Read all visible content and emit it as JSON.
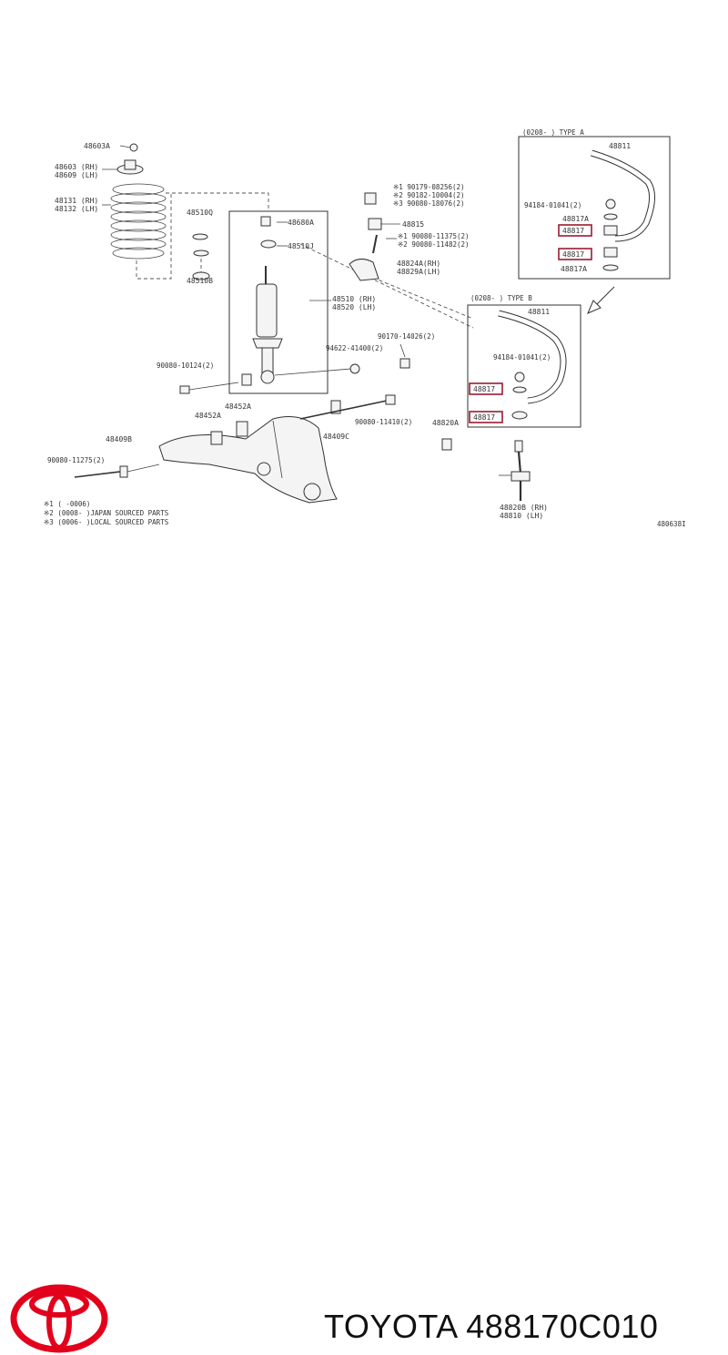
{
  "diagram": {
    "labels": {
      "l48603A": "48603A",
      "l48603": "48603 (RH)",
      "l48609": "48609 (LH)",
      "l48131": "48131 (RH)",
      "l48132": "48132 (LH)",
      "l48510Q": "48510Q",
      "l48680A": "48680A",
      "l48510J": "48510J",
      "l48510B": "48510B",
      "l48510": "48510 (RH)",
      "l48520": "48520 (LH)",
      "l90179": "※1 90179-08256(2)",
      "l90182": "※2 90182-10004(2)",
      "l90080a": "※3 90080-18076(2)",
      "l48815": "48815",
      "l90080b": "※1 90080-11375(2)",
      "l90080c": "※2 90080-11482(2)",
      "l48824": "48824A(RH)",
      "l48829": "48829A(LH)",
      "l90170": "90170-14026(2)",
      "l94622": "94622-41400(2)",
      "l90080d": "90080-10124(2)",
      "l48452a": "48452A",
      "l48452b": "48452A",
      "l48409B": "48409B",
      "l90080e": "90080-11275(2)",
      "l48409C": "48409C",
      "l90080f": "90080-11410(2)",
      "l48820A": "48820A",
      "l48820B": "48820B (RH)",
      "l48810": "48810 (LH)",
      "typeA": "(0208-  ) TYPE A",
      "a48811": "48811",
      "a94184": "94184-01041(2)",
      "a48817A1": "48817A",
      "a48817a": "48817",
      "a48817b": "48817",
      "a48817A2": "48817A",
      "typeB": "(0208-  ) TYPE B",
      "b48811": "48811",
      "b94184": "94184-01041(2)",
      "b48817a": "48817",
      "b48817b": "48817",
      "n1": "※1 (      -0006)",
      "n2": "※2 (0008-      )JAPAN SOURCED PARTS",
      "n3": "※3 (0006-      )LOCAL SOURCED PARTS",
      "ref": "480638I"
    }
  },
  "brand": {
    "text": "TOYOTA 488170C010",
    "logo": "toyota-logo",
    "logo_color": "#e3001b"
  }
}
